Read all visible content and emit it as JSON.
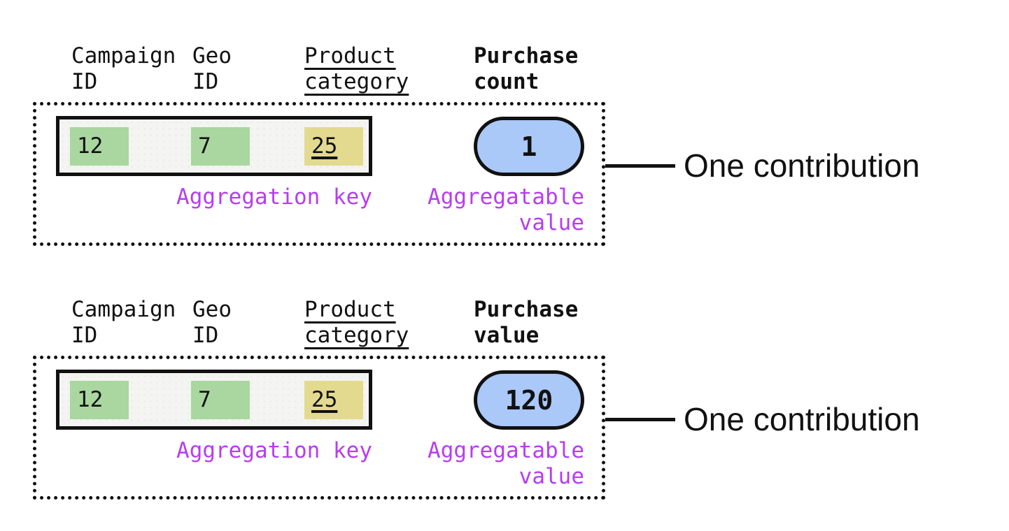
{
  "colors": {
    "highlight_green": "#a9d79f",
    "highlight_yellow": "#e3da90",
    "pill_blue": "#aac8f8",
    "label_purple": "#b63cf2",
    "ink": "#111111"
  },
  "blocks": [
    {
      "columns": [
        {
          "header": "Campaign\nID",
          "value": "12"
        },
        {
          "header": "Geo\nID",
          "value": "7"
        },
        {
          "header": "Product\ncategory",
          "value": "25"
        }
      ],
      "measure_header": "Purchase\ncount",
      "measure_value": "1",
      "aggregation_key_label": "Aggregation key",
      "aggregatable_value_label": "Aggregatable\nvalue",
      "annotation": "One contribution"
    },
    {
      "columns": [
        {
          "header": "Campaign\nID",
          "value": "12"
        },
        {
          "header": "Geo\nID",
          "value": "7"
        },
        {
          "header": "Product\ncategory",
          "value": "25"
        }
      ],
      "measure_header": "Purchase\nvalue",
      "measure_value": "120",
      "aggregation_key_label": "Aggregation key",
      "aggregatable_value_label": "Aggregatable\nvalue",
      "annotation": "One contribution"
    }
  ]
}
